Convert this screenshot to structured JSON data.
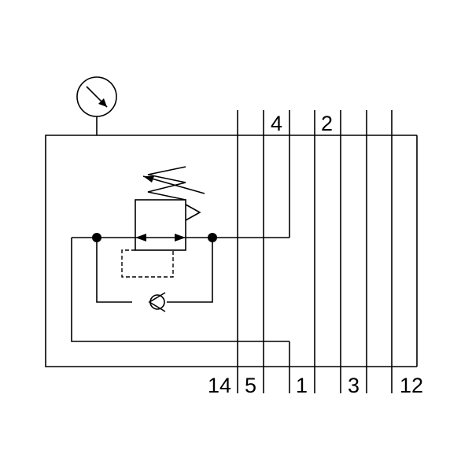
{
  "colors": {
    "line": "#000000",
    "background": "#ffffff"
  },
  "icons": [
    "pressure-gauge-icon",
    "pressure-regulator-icon",
    "spring-icon",
    "check-valve-icon"
  ],
  "ports": {
    "top": {
      "p4": "4",
      "p2": "2"
    },
    "bottom": {
      "p14": "14",
      "p5": "5",
      "p1": "1",
      "p3": "3",
      "p12": "12"
    }
  }
}
